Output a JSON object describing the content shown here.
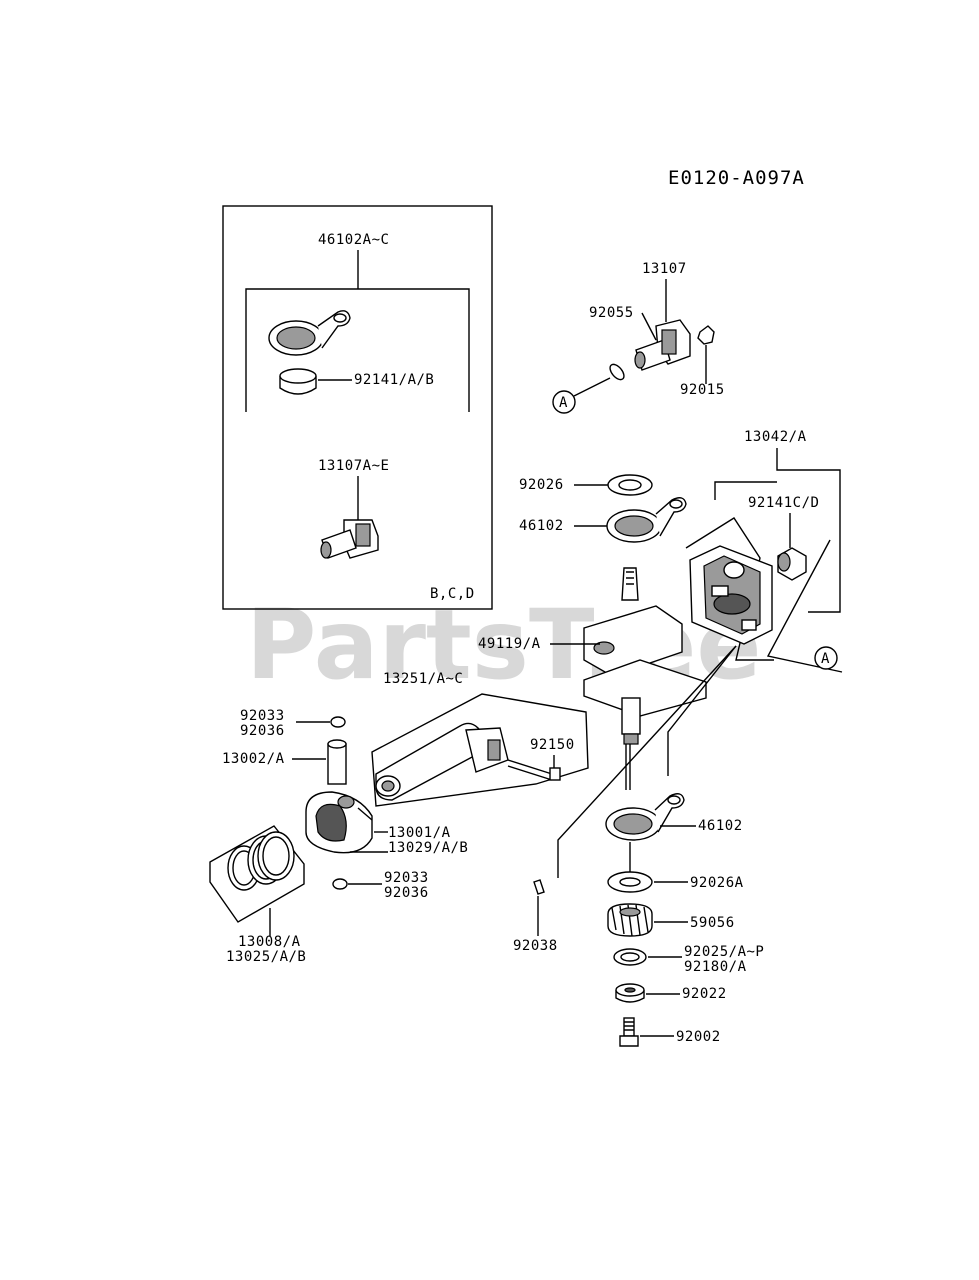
{
  "diagram_code": "E0120-A097A",
  "watermark": "PartsTree",
  "callout_ref": "A",
  "kit_box_note": "B,C,D",
  "labels": {
    "conrod_kit": "46102A~C",
    "bearing_kit": "92141/A/B",
    "crank_kit": "13107A~E",
    "p13107": "13107",
    "p92055": "92055",
    "p92015": "92015",
    "p13042": "13042/A",
    "p92141cd": "92141C/D",
    "p92026": "92026",
    "p46102_top": "46102",
    "p49119": "49119/A",
    "p13251": "13251/A~C",
    "p92150": "92150",
    "p92033_top": "92033",
    "p92036_top": "92036",
    "p13002": "13002/A",
    "p13001": "13001/A",
    "p13029": "13029/A/B",
    "p92033_bot": "92033",
    "p92036_bot": "92036",
    "p13008": "13008/A",
    "p13025": "13025/A/B",
    "p92038": "92038",
    "p46102_bot": "46102",
    "p92026a": "92026A",
    "p59056": "59056",
    "p92025": "92025/A~P",
    "p92180": "92180/A",
    "p92022": "92022",
    "p92002": "92002"
  }
}
